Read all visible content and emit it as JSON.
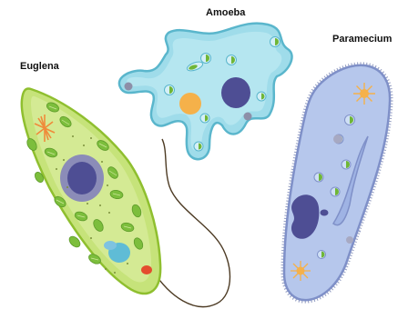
{
  "labels": {
    "euglena": "Euglena",
    "amoeba": "Amoeba",
    "paramecium": "Paramecium"
  },
  "colors": {
    "euglena_body": "#c6e37a",
    "euglena_outline": "#8fbf2f",
    "amoeba_body": "#9fdcea",
    "amoeba_outline": "#5ab6cc",
    "paramecium_body": "#b6c7ec",
    "paramecium_outline": "#7f90c8",
    "nucleus": "#4e4e94",
    "chloroplast": "#6fb637",
    "contractile_vacuole": "#f5b14a"
  }
}
